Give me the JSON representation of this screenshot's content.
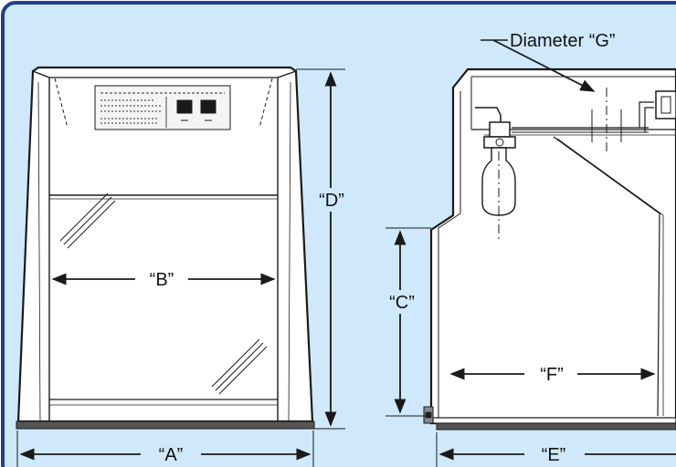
{
  "colors": {
    "frame_blue": "#1f3f8f",
    "panel_bg": "#cfe9fb",
    "line": "#1a1a1a",
    "label_bg": "#ffffff"
  },
  "labels": {
    "a": "“A”",
    "b": "“B”",
    "c": "“C”",
    "d": "“D”",
    "e": "“E”",
    "f": "“F”",
    "g": "Diameter “G”"
  }
}
